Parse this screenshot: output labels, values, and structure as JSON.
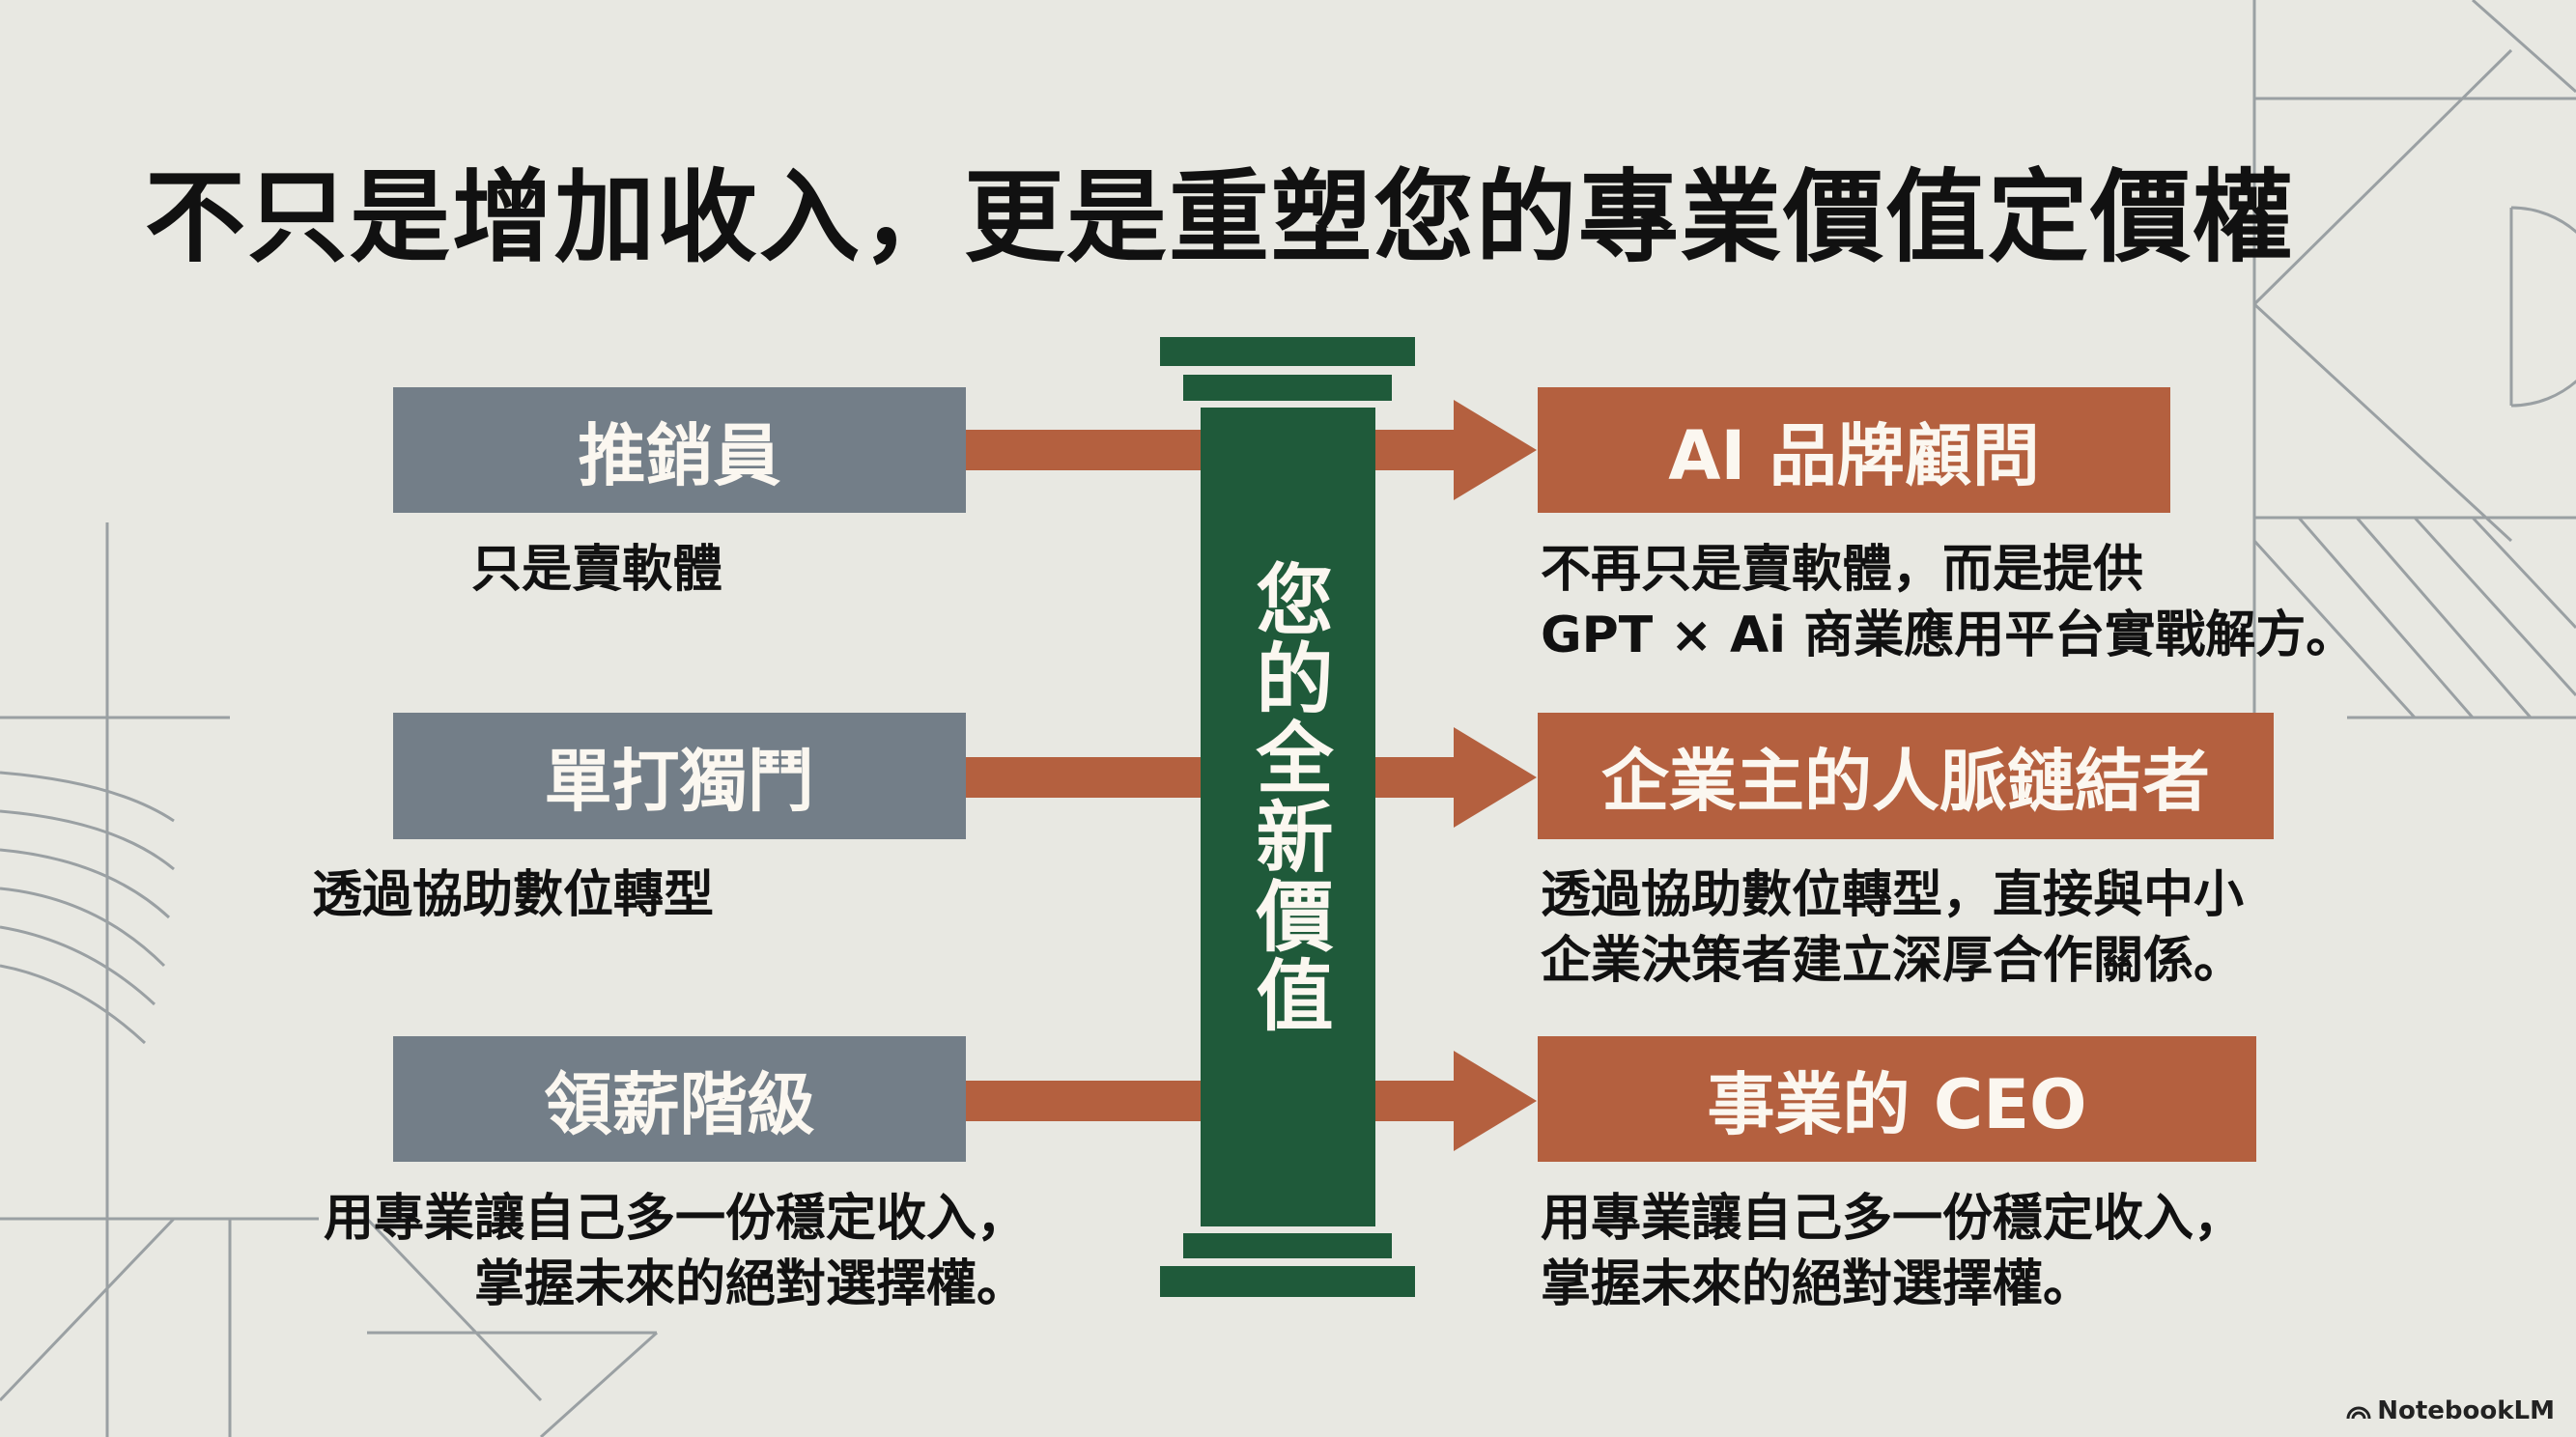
{
  "title": "不只是增加收入，更是重塑您的專業價值定價權",
  "pillar": {
    "label": "您的全新價值"
  },
  "colors": {
    "background": "#e8e8e2",
    "old_role": "#737e88",
    "new_role": "#b4603f",
    "pillar": "#1f5a3a",
    "arrow": "#b4603f"
  },
  "rows": [
    {
      "old": {
        "label": "推銷員",
        "desc": [
          "只是賣軟體"
        ]
      },
      "new": {
        "label": "AI 品牌顧問",
        "desc": [
          "不再只是賣軟體，而是提供",
          "GPT × Ai 商業應用平台實戰解方。"
        ]
      }
    },
    {
      "old": {
        "label": "單打獨鬥",
        "desc": [
          "透過協助數位轉型"
        ]
      },
      "new": {
        "label": "企業主的人脈鏈結者",
        "desc": [
          "透過協助數位轉型，直接與中小",
          "企業決策者建立深厚合作關係。"
        ]
      }
    },
    {
      "old": {
        "label": "領薪階級",
        "desc": [
          "用專業讓自己多一份穩定收入，",
          "掌握未來的絕對選擇權。"
        ]
      },
      "new": {
        "label": "事業的 CEO",
        "desc": [
          "用專業讓自己多一份穩定收入，",
          "掌握未來的絕對選擇權。"
        ]
      }
    }
  ],
  "watermark": {
    "icon": "notebooklm-icon",
    "label": "NotebookLM"
  }
}
